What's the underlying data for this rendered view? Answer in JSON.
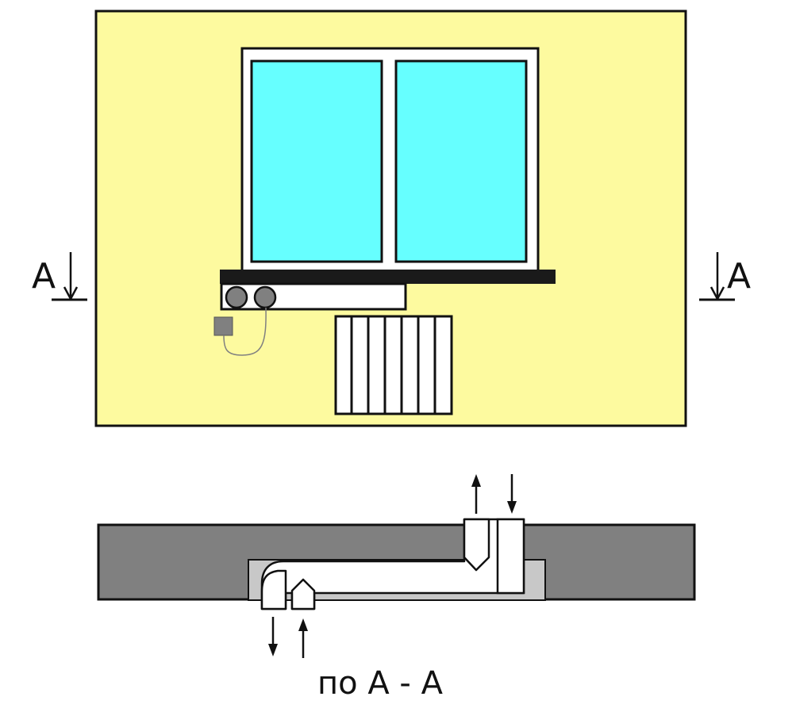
{
  "section_marks": {
    "left": "A",
    "right": "A"
  },
  "section_caption": "по A - A",
  "colors": {
    "wall_fill": "#fdfa9f",
    "glass": "#66ffff",
    "frame": "#ffffff",
    "outline": "#111111",
    "sill": "#1a1a1a",
    "section_wall": "#808080",
    "niche": "#c8c8c8",
    "unit_circle": "#808080",
    "control_box": "#808080",
    "cable": "#808080"
  }
}
